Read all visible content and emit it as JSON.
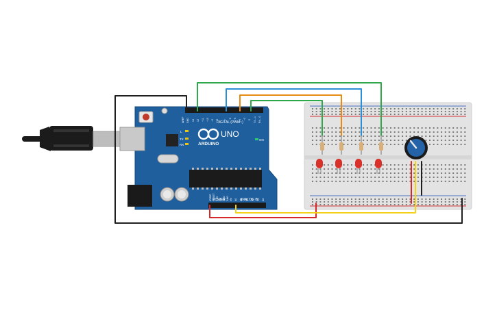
{
  "board": {
    "brand": "ARDUINO",
    "model": "UNO",
    "digital_header": "DIGITAL (PWM~)",
    "power_header": "POWER",
    "analog_header": "ANALOG IN",
    "led_l": "L",
    "led_tx": "TX",
    "led_rx": "RX",
    "led_on": "ON",
    "pin_labels_top": [
      "AREF",
      "GND",
      "13",
      "12",
      "~11",
      "~10",
      "~9",
      "8",
      "7",
      "~6",
      "~5",
      "4",
      "~3",
      "2",
      "TX→1",
      "RX←0"
    ],
    "pin_labels_power": [
      "IOREF",
      "RESET",
      "3.3V",
      "5V",
      "GND",
      "GND",
      "Vin"
    ],
    "pin_labels_analog": [
      "A0",
      "A1",
      "A2",
      "A3",
      "A4",
      "A5"
    ]
  },
  "colors": {
    "board": "#1f5f9e",
    "breadboard": "#e6e6e6",
    "wire_green": "#2ea84a",
    "wire_blue": "#2a8fd6",
    "wire_orange": "#e98a15",
    "wire_black": "#1f1f1f",
    "wire_red": "#d62828",
    "wire_yellow": "#f2d21b",
    "led": "#d9302a",
    "pot": "#2563a8"
  },
  "icons": [
    "usb-cable-icon",
    "potentiometer-icon",
    "led-icon",
    "resistor-icon"
  ]
}
